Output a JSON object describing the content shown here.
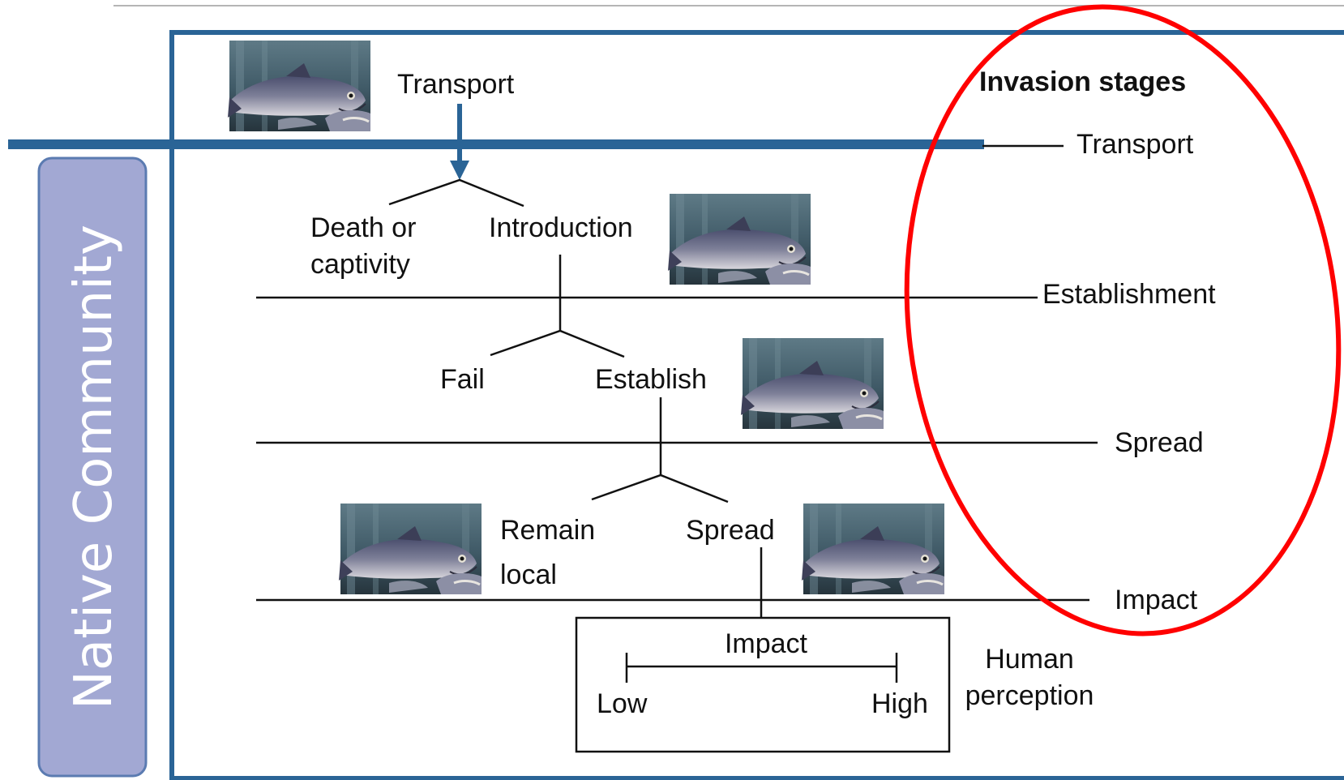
{
  "side_label": "Native Community",
  "legend": {
    "title": "Invasion stages",
    "stages": [
      "Transport",
      "Establishment",
      "Spread",
      "Impact"
    ]
  },
  "tree": {
    "top": "Transport",
    "branch1": {
      "left": [
        "Death or",
        "captivity"
      ],
      "right": "Introduction"
    },
    "branch2": {
      "left": "Fail",
      "right": "Establish"
    },
    "branch3": {
      "left": [
        "Remain",
        "local"
      ],
      "right": "Spread"
    }
  },
  "impact_box": {
    "title": "Impact",
    "low": "Low",
    "high": "High"
  },
  "human_perception": [
    "Human",
    "perception"
  ],
  "images": [
    {
      "name": "silver-carp-photo-transport",
      "subject": "silver carp"
    },
    {
      "name": "silver-carp-photo-introduction",
      "subject": "silver carp"
    },
    {
      "name": "silver-carp-photo-establish",
      "subject": "silver carp"
    },
    {
      "name": "silver-carp-photo-remain-local",
      "subject": "silver carp"
    },
    {
      "name": "silver-carp-photo-spread",
      "subject": "silver carp"
    }
  ],
  "colors": {
    "frame": "#2a6496",
    "side_panel": "#a2a8d3",
    "side_panel_border": "#5b7bb1",
    "highlight_ellipse": "#ff0000",
    "line": "#111111"
  }
}
